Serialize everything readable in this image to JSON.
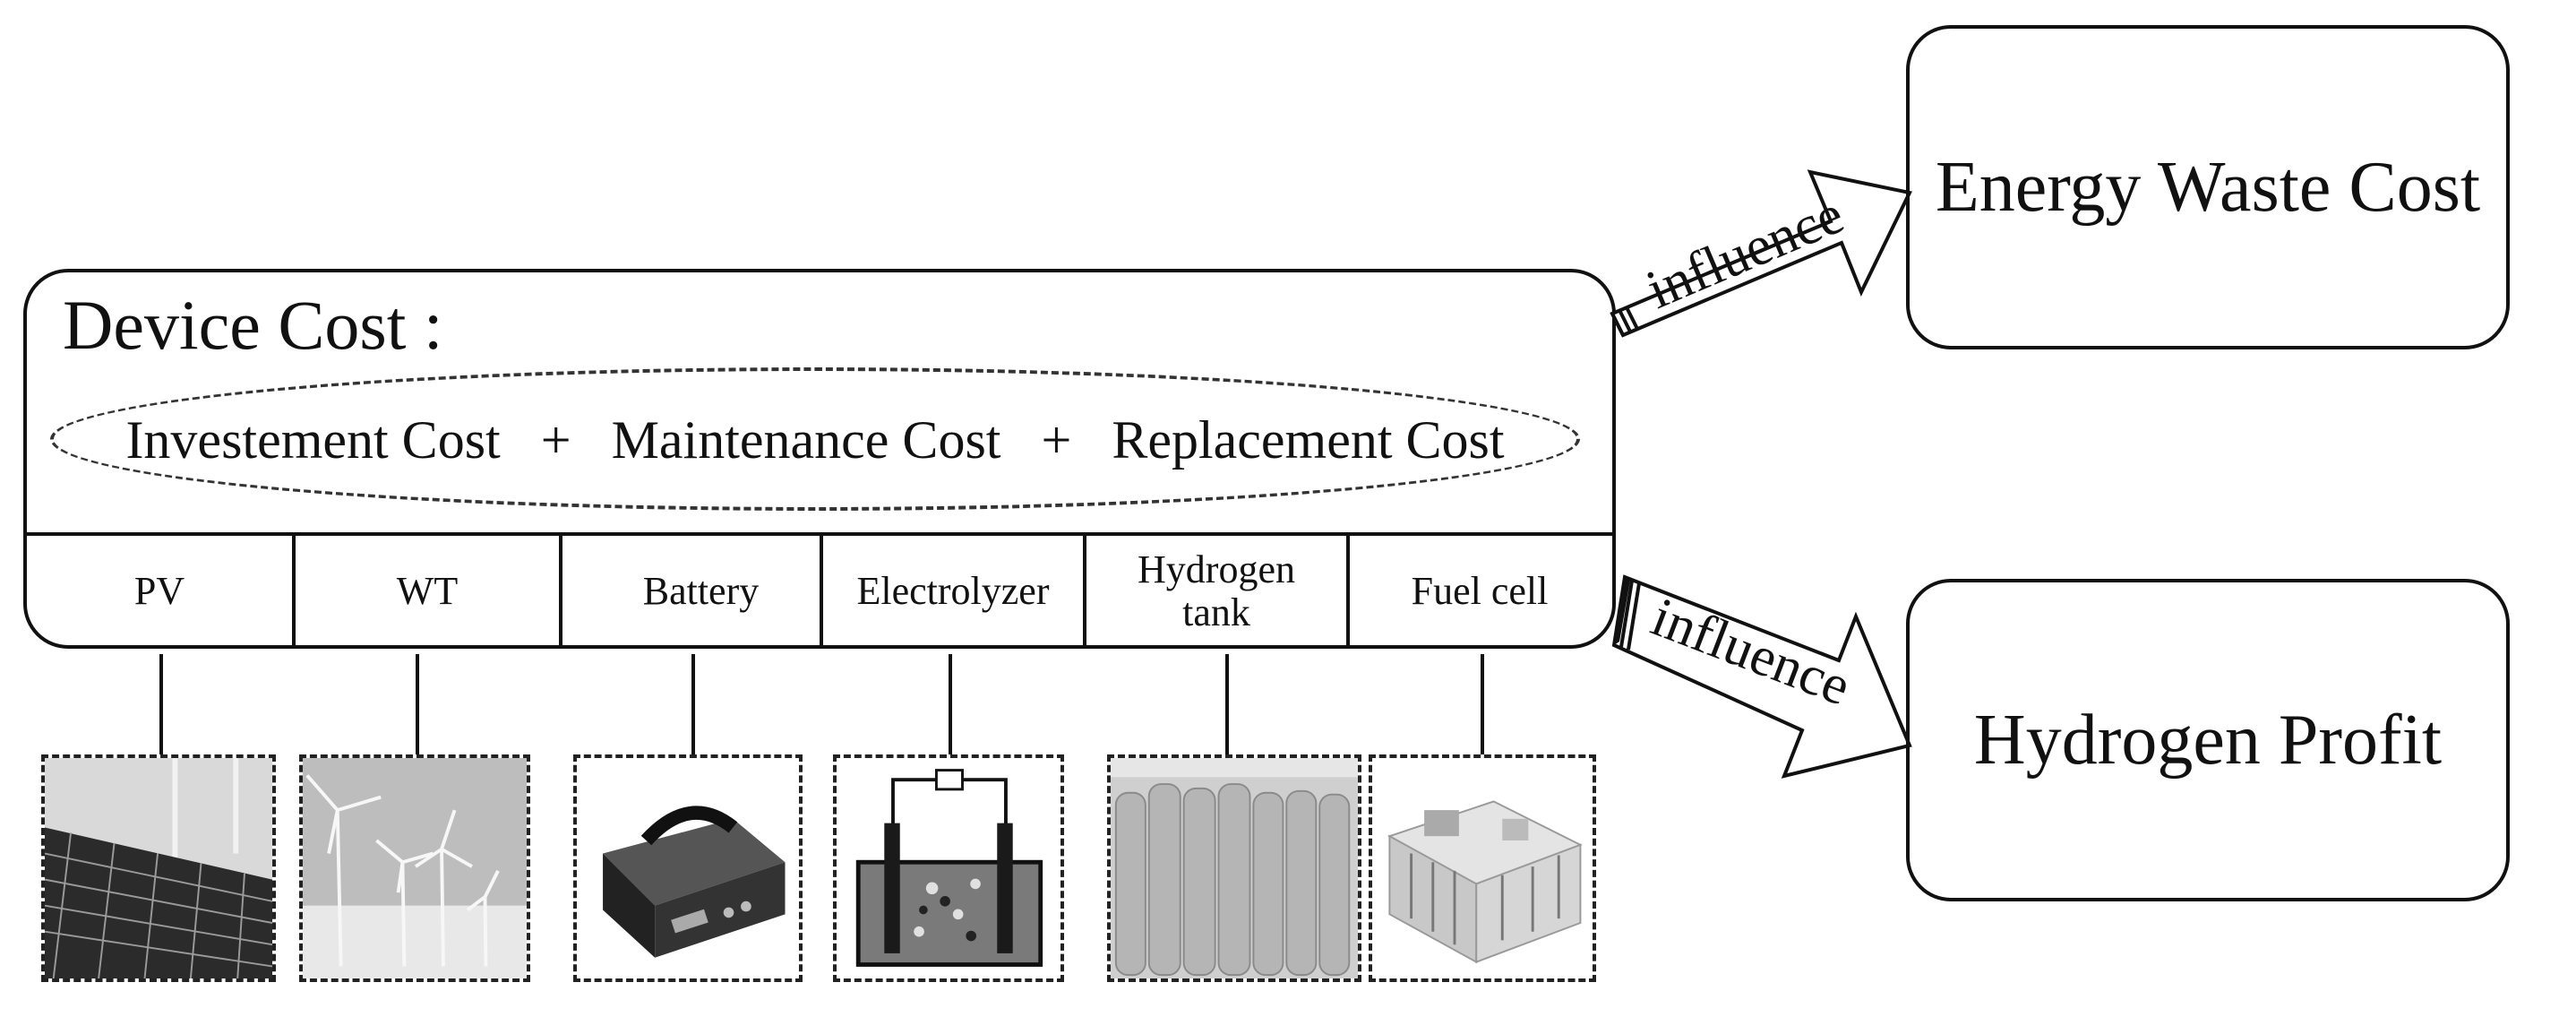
{
  "device_cost": {
    "title": "Device Cost :",
    "components": [
      "Investement Cost",
      "Maintenance Cost",
      "Replacement Cost"
    ],
    "plus": "+"
  },
  "devices": [
    {
      "label": "PV",
      "icon": "solar-panel-icon"
    },
    {
      "label": "WT",
      "icon": "wind-turbine-icon"
    },
    {
      "label": "Battery",
      "icon": "battery-icon"
    },
    {
      "label": "Electrolyzer",
      "icon": "electrolyzer-icon"
    },
    {
      "label": "Hydrogen\ntank",
      "icon": "hydrogen-tank-icon"
    },
    {
      "label": "Fuel cell",
      "icon": "fuel-cell-icon"
    }
  ],
  "arrows": {
    "top_label": "influence",
    "bottom_label": "influence"
  },
  "outputs": {
    "energy_waste": "Energy Waste Cost",
    "hydrogen_profit": "Hydrogen Profit"
  }
}
